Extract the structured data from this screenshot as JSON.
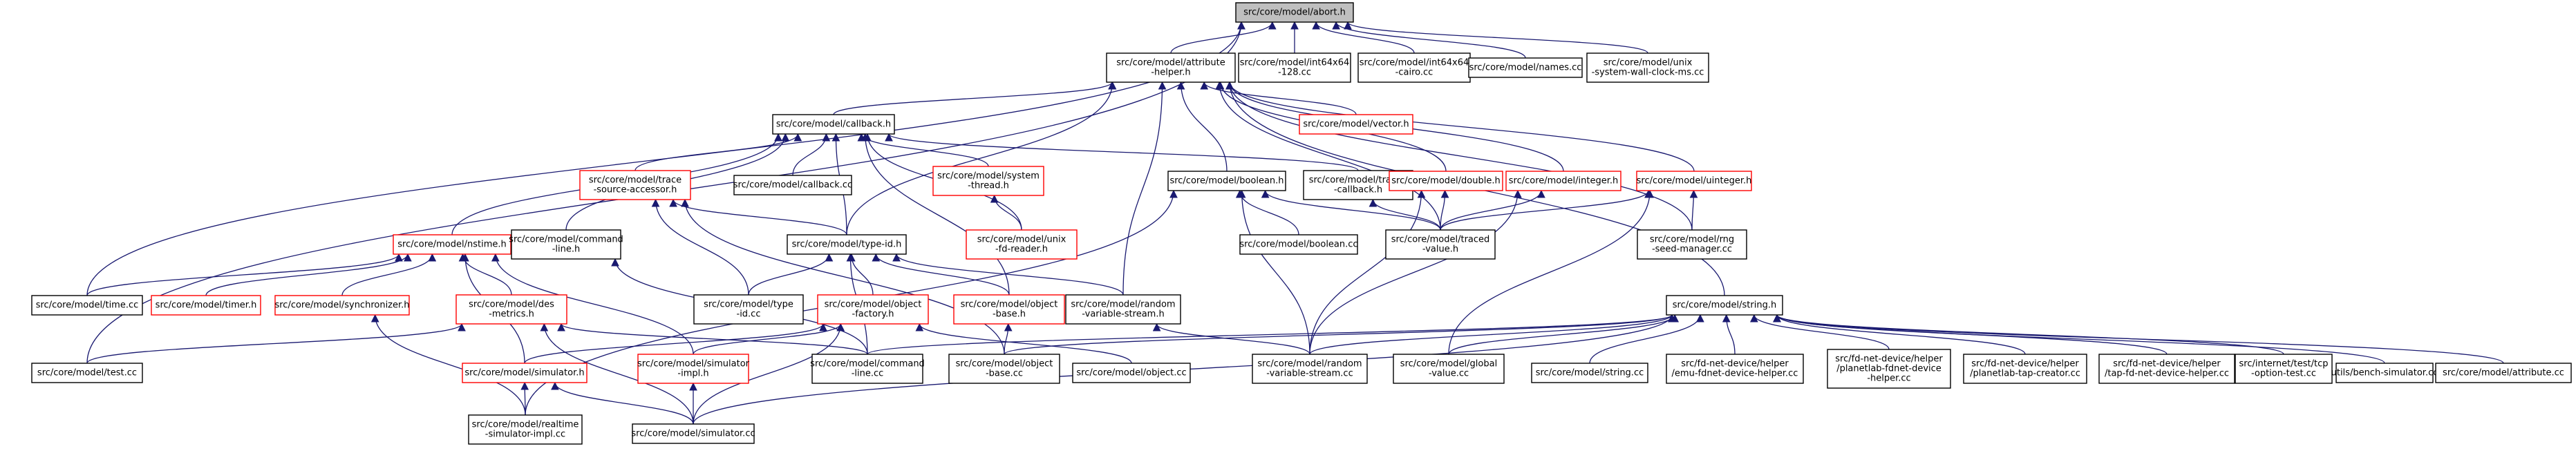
{
  "colors": {
    "edge": "#191970",
    "root_fill": "#bfbfbf",
    "documented_border": "#000000",
    "undocumented_border": "#ff0000"
  },
  "nodes": [
    {
      "id": "abort",
      "lines": [
        "src/core/model/abort.h"
      ],
      "style": "root"
    },
    {
      "id": "attribute_helper",
      "lines": [
        "src/core/model/attribute",
        "-helper.h"
      ],
      "style": "normal"
    },
    {
      "id": "int64x64_128",
      "lines": [
        "src/core/model/int64x64",
        "-128.cc"
      ],
      "style": "normal"
    },
    {
      "id": "int64x64_cairo",
      "lines": [
        "src/core/model/int64x64",
        "-cairo.cc"
      ],
      "style": "normal"
    },
    {
      "id": "names_cc",
      "lines": [
        "src/core/model/names.cc"
      ],
      "style": "normal"
    },
    {
      "id": "unix_wall_clock",
      "lines": [
        "src/core/model/unix",
        "-system-wall-clock-ms.cc"
      ],
      "style": "normal"
    },
    {
      "id": "vector_h",
      "lines": [
        "src/core/model/vector.h"
      ],
      "style": "red"
    },
    {
      "id": "callback_h",
      "lines": [
        "src/core/model/callback.h"
      ],
      "style": "normal"
    },
    {
      "id": "trace_source_accessor",
      "lines": [
        "src/core/model/trace",
        "-source-accessor.h"
      ],
      "style": "red"
    },
    {
      "id": "callback_cc",
      "lines": [
        "src/core/model/callback.cc"
      ],
      "style": "normal"
    },
    {
      "id": "system_thread",
      "lines": [
        "src/core/model/system",
        "-thread.h"
      ],
      "style": "red"
    },
    {
      "id": "boolean_h",
      "lines": [
        "src/core/model/boolean.h"
      ],
      "style": "normal"
    },
    {
      "id": "traced_callback",
      "lines": [
        "src/core/model/traced",
        "-callback.h"
      ],
      "style": "normal"
    },
    {
      "id": "double_h",
      "lines": [
        "src/core/model/double.h"
      ],
      "style": "red"
    },
    {
      "id": "integer_h",
      "lines": [
        "src/core/model/integer.h"
      ],
      "style": "red"
    },
    {
      "id": "uinteger_h",
      "lines": [
        "src/core/model/uinteger.h"
      ],
      "style": "red"
    },
    {
      "id": "unix_fd_reader",
      "lines": [
        "src/core/model/unix",
        "-fd-reader.h"
      ],
      "style": "red"
    },
    {
      "id": "nstime_h",
      "lines": [
        "src/core/model/nstime.h"
      ],
      "style": "red"
    },
    {
      "id": "command_line_h",
      "lines": [
        "src/core/model/command",
        "-line.h"
      ],
      "style": "normal"
    },
    {
      "id": "type_id_h",
      "lines": [
        "src/core/model/type-id.h"
      ],
      "style": "normal"
    },
    {
      "id": "boolean_cc",
      "lines": [
        "src/core/model/boolean.cc"
      ],
      "style": "normal"
    },
    {
      "id": "traced_value",
      "lines": [
        "src/core/model/traced",
        "-value.h"
      ],
      "style": "normal"
    },
    {
      "id": "rng_seed_manager",
      "lines": [
        "src/core/model/rng",
        "-seed-manager.cc"
      ],
      "style": "normal"
    },
    {
      "id": "time_cc",
      "lines": [
        "src/core/model/time.cc"
      ],
      "style": "normal"
    },
    {
      "id": "timer_h",
      "lines": [
        "src/core/model/timer.h"
      ],
      "style": "red"
    },
    {
      "id": "synchronizer_h",
      "lines": [
        "src/core/model/synchronizer.h"
      ],
      "style": "red"
    },
    {
      "id": "des_metrics",
      "lines": [
        "src/core/model/des",
        "-metrics.h"
      ],
      "style": "red"
    },
    {
      "id": "type_id_cc",
      "lines": [
        "src/core/model/type",
        "-id.cc"
      ],
      "style": "normal"
    },
    {
      "id": "object_factory",
      "lines": [
        "src/core/model/object",
        "-factory.h"
      ],
      "style": "red"
    },
    {
      "id": "object_base_h",
      "lines": [
        "src/core/model/object",
        "-base.h"
      ],
      "style": "red"
    },
    {
      "id": "random_variable_stream_h",
      "lines": [
        "src/core/model/random",
        "-variable-stream.h"
      ],
      "style": "normal"
    },
    {
      "id": "string_h",
      "lines": [
        "src/core/model/string.h"
      ],
      "style": "normal"
    },
    {
      "id": "test_cc",
      "lines": [
        "src/core/model/test.cc"
      ],
      "style": "normal"
    },
    {
      "id": "simulator_h",
      "lines": [
        "src/core/model/simulator.h"
      ],
      "style": "red"
    },
    {
      "id": "simulator_impl",
      "lines": [
        "src/core/model/simulator",
        "-impl.h"
      ],
      "style": "red"
    },
    {
      "id": "command_line_cc",
      "lines": [
        "src/core/model/command",
        "-line.cc"
      ],
      "style": "normal"
    },
    {
      "id": "object_base_cc",
      "lines": [
        "src/core/model/object",
        "-base.cc"
      ],
      "style": "normal"
    },
    {
      "id": "object_cc",
      "lines": [
        "src/core/model/object.cc"
      ],
      "style": "normal"
    },
    {
      "id": "random_variable_stream_cc",
      "lines": [
        "src/core/model/random",
        "-variable-stream.cc"
      ],
      "style": "normal"
    },
    {
      "id": "global_value",
      "lines": [
        "src/core/model/global",
        "-value.cc"
      ],
      "style": "normal"
    },
    {
      "id": "string_cc",
      "lines": [
        "src/core/model/string.cc"
      ],
      "style": "normal"
    },
    {
      "id": "emu_fdnet",
      "lines": [
        "src/fd-net-device/helper",
        "/emu-fdnet-device-helper.cc"
      ],
      "style": "normal"
    },
    {
      "id": "planetlab_fdnet",
      "lines": [
        "src/fd-net-device/helper",
        "/planetlab-fdnet-device",
        "-helper.cc"
      ],
      "style": "normal"
    },
    {
      "id": "planetlab_tap",
      "lines": [
        "src/fd-net-device/helper",
        "/planetlab-tap-creator.cc"
      ],
      "style": "normal"
    },
    {
      "id": "tap_fdnet",
      "lines": [
        "src/fd-net-device/helper",
        "/tap-fd-net-device-helper.cc"
      ],
      "style": "normal"
    },
    {
      "id": "tcp_option_test",
      "lines": [
        "src/internet/test/tcp",
        "-option-test.cc"
      ],
      "style": "normal"
    },
    {
      "id": "bench_simulator",
      "lines": [
        "utils/bench-simulator.cc"
      ],
      "style": "normal"
    },
    {
      "id": "attribute_cc",
      "lines": [
        "src/core/model/attribute.cc"
      ],
      "style": "normal"
    },
    {
      "id": "realtime_sim_impl",
      "lines": [
        "src/core/model/realtime",
        "-simulator-impl.cc"
      ],
      "style": "normal"
    },
    {
      "id": "simulator_cc",
      "lines": [
        "src/core/model/simulator.cc"
      ],
      "style": "normal"
    }
  ],
  "edges": [
    [
      "attribute_helper",
      "abort"
    ],
    [
      "int64x64_128",
      "abort"
    ],
    [
      "int64x64_cairo",
      "abort"
    ],
    [
      "names_cc",
      "abort"
    ],
    [
      "unix_wall_clock",
      "abort"
    ],
    [
      "test_cc",
      "abort"
    ],
    [
      "time_cc",
      "abort"
    ],
    [
      "callback_h",
      "attribute_helper"
    ],
    [
      "vector_h",
      "attribute_helper"
    ],
    [
      "boolean_h",
      "attribute_helper"
    ],
    [
      "double_h",
      "attribute_helper"
    ],
    [
      "integer_h",
      "attribute_helper"
    ],
    [
      "uinteger_h",
      "attribute_helper"
    ],
    [
      "type_id_h",
      "attribute_helper"
    ],
    [
      "random_variable_stream_h",
      "attribute_helper"
    ],
    [
      "string_h",
      "attribute_helper"
    ],
    [
      "rng_seed_manager",
      "attribute_helper"
    ],
    [
      "traced_value",
      "attribute_helper"
    ],
    [
      "trace_source_accessor",
      "callback_h"
    ],
    [
      "callback_cc",
      "callback_h"
    ],
    [
      "system_thread",
      "callback_h"
    ],
    [
      "traced_callback",
      "callback_h"
    ],
    [
      "unix_fd_reader",
      "callback_h"
    ],
    [
      "nstime_h",
      "callback_h"
    ],
    [
      "command_line_h",
      "callback_h"
    ],
    [
      "type_id_h",
      "callback_h"
    ],
    [
      "object_base_h",
      "callback_h"
    ],
    [
      "type_id_h",
      "trace_source_accessor"
    ],
    [
      "type_id_cc",
      "trace_source_accessor"
    ],
    [
      "object_base_cc",
      "trace_source_accessor"
    ],
    [
      "unix_fd_reader",
      "system_thread"
    ],
    [
      "boolean_cc",
      "boolean_h"
    ],
    [
      "traced_value",
      "boolean_h"
    ],
    [
      "random_variable_stream_cc",
      "boolean_h"
    ],
    [
      "realtime_sim_impl",
      "boolean_h"
    ],
    [
      "traced_value",
      "traced_callback"
    ],
    [
      "traced_value",
      "double_h"
    ],
    [
      "random_variable_stream_cc",
      "double_h"
    ],
    [
      "traced_value",
      "integer_h"
    ],
    [
      "random_variable_stream_cc",
      "integer_h"
    ],
    [
      "traced_value",
      "uinteger_h"
    ],
    [
      "rng_seed_manager",
      "uinteger_h"
    ],
    [
      "global_value",
      "uinteger_h"
    ],
    [
      "time_cc",
      "nstime_h"
    ],
    [
      "timer_h",
      "nstime_h"
    ],
    [
      "synchronizer_h",
      "nstime_h"
    ],
    [
      "des_metrics",
      "nstime_h"
    ],
    [
      "simulator_h",
      "nstime_h"
    ],
    [
      "simulator_impl",
      "nstime_h"
    ],
    [
      "command_line_cc",
      "command_line_h"
    ],
    [
      "type_id_cc",
      "type_id_h"
    ],
    [
      "object_factory",
      "type_id_h"
    ],
    [
      "object_base_h",
      "type_id_h"
    ],
    [
      "random_variable_stream_h",
      "type_id_h"
    ],
    [
      "command_line_cc",
      "type_id_h"
    ],
    [
      "test_cc",
      "des_metrics"
    ],
    [
      "command_line_cc",
      "des_metrics"
    ],
    [
      "simulator_cc",
      "des_metrics"
    ],
    [
      "realtime_sim_impl",
      "synchronizer_h"
    ],
    [
      "simulator_h",
      "object_factory"
    ],
    [
      "simulator_impl",
      "object_factory"
    ],
    [
      "object_cc",
      "object_factory"
    ],
    [
      "simulator_cc",
      "object_factory"
    ],
    [
      "object_base_cc",
      "object_base_h"
    ],
    [
      "random_variable_stream_cc",
      "random_variable_stream_h"
    ],
    [
      "realtime_sim_impl",
      "simulator_h"
    ],
    [
      "simulator_cc",
      "simulator_h"
    ],
    [
      "simulator_cc",
      "simulator_impl"
    ],
    [
      "command_line_cc",
      "string_h"
    ],
    [
      "object_base_cc",
      "string_h"
    ],
    [
      "random_variable_stream_cc",
      "string_h"
    ],
    [
      "global_value",
      "string_h"
    ],
    [
      "string_cc",
      "string_h"
    ],
    [
      "emu_fdnet",
      "string_h"
    ],
    [
      "planetlab_fdnet",
      "string_h"
    ],
    [
      "planetlab_tap",
      "string_h"
    ],
    [
      "tap_fdnet",
      "string_h"
    ],
    [
      "tcp_option_test",
      "string_h"
    ],
    [
      "bench_simulator",
      "string_h"
    ],
    [
      "attribute_cc",
      "string_h"
    ],
    [
      "simulator_cc",
      "string_h"
    ]
  ]
}
